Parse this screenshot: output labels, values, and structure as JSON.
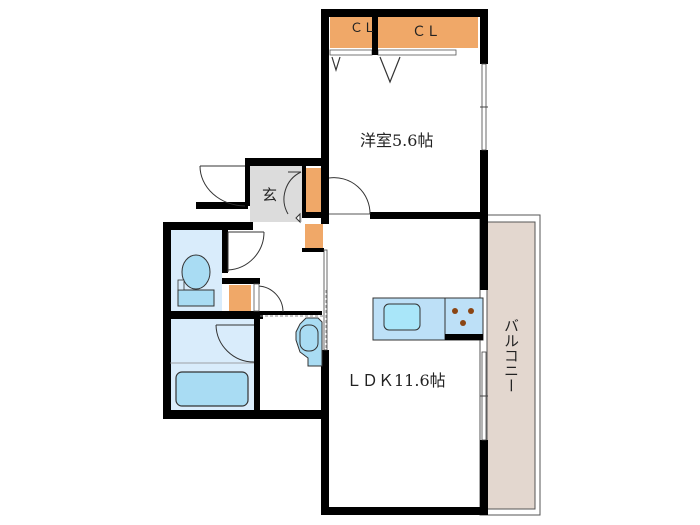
{
  "floorplan": {
    "title": "1LDK floor plan",
    "rooms": {
      "western_room": {
        "label": "洋室5.6帖",
        "type": "bedroom",
        "size_jo": 5.6
      },
      "ldk": {
        "label": "ＬＤＫ11.6帖",
        "type": "living-dining-kitchen",
        "size_jo": 11.6
      },
      "entrance": {
        "label": "玄",
        "type": "entrance"
      },
      "balcony": {
        "label": "バルコニー",
        "type": "balcony"
      },
      "closet_left": {
        "label": "ＣＬ",
        "type": "closet"
      },
      "closet_right": {
        "label": "ＣＬ",
        "type": "closet"
      },
      "toilet": {
        "type": "toilet"
      },
      "bathroom": {
        "type": "bathroom"
      },
      "washroom": {
        "type": "washroom"
      }
    },
    "fixtures": [
      "kitchen-sink",
      "stove-3-burner",
      "toilet",
      "bathtub",
      "wash-basin"
    ],
    "colors": {
      "wall": "#000000",
      "storage": "#f0a868",
      "wet_area": "#d9ecfb",
      "fixture": "#a9dcf3",
      "entrance_floor": "#dcdcdc",
      "balcony": "#e3d7cf",
      "burner": "#8b4513"
    }
  }
}
